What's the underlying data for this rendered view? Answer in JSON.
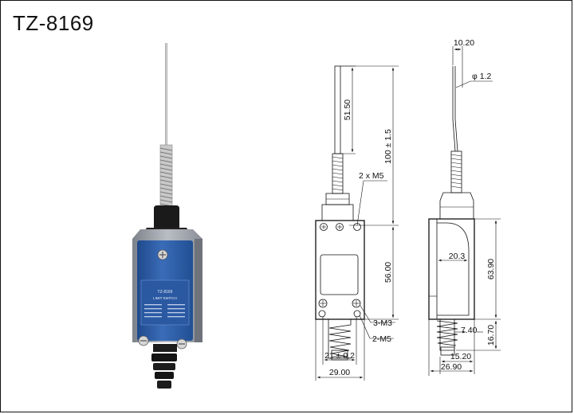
{
  "title": "TZ-8169",
  "photo": {
    "label_model": "TZ-8169",
    "label_line": "LIMIT SWITCH"
  },
  "dims": {
    "rod_len": "51.50",
    "total_len": "100 ± 1.5",
    "thread_m5": "2 x M5",
    "body_len": "56.00",
    "screw_m3": "3-M3",
    "screw_m5": "2-M5",
    "hole_spacing": "21 ± 0.2",
    "front_width": "29.00",
    "head_width": "10.20",
    "rod_dia": "φ 1.2",
    "inner": "20.3",
    "side_height": "63.90",
    "bottom_small": "7.40",
    "bottom_height": "16.70",
    "bottom_width": "15.20",
    "side_width": "26.90"
  },
  "colors": {
    "body_blue": "#2f5fa8",
    "frame_gray": "#9a9ea6",
    "cap_black": "#1a1a1a"
  }
}
